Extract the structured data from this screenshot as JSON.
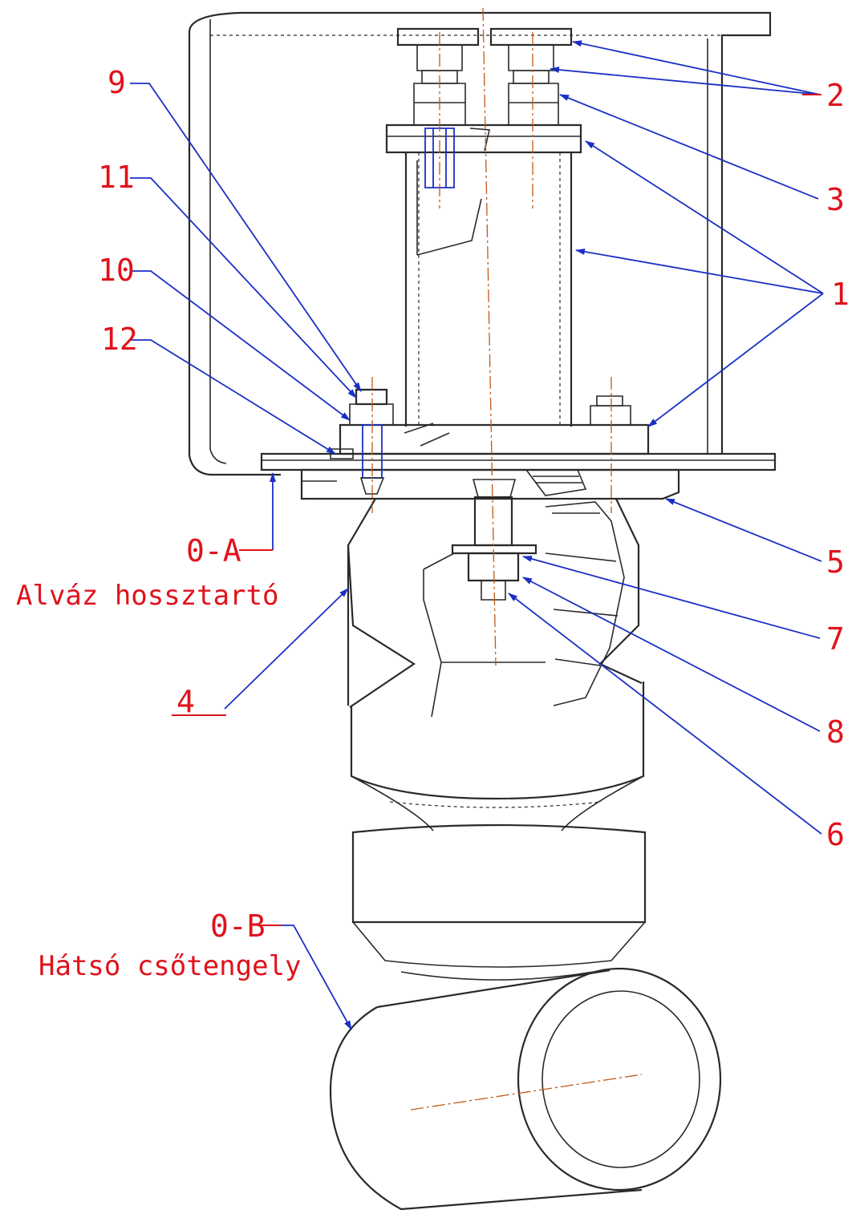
{
  "labels": {
    "l9": "9",
    "l11": "11",
    "l10": "10",
    "l12": "12",
    "l0a": "0-A",
    "l0a_desc": "Alváz hossztartó",
    "l4": "4",
    "l0b": "0-B",
    "l0b_desc": "Hátsó csőtengely",
    "l2": "2",
    "l3": "3",
    "l1": "1",
    "l5": "5",
    "l7": "7",
    "l8": "8",
    "l6": "6"
  },
  "colors": {
    "label_text": "#e0121b",
    "leader_line": "#1b2fc4",
    "outline": "#2a2a2a",
    "centerline": "#c05a1a"
  }
}
